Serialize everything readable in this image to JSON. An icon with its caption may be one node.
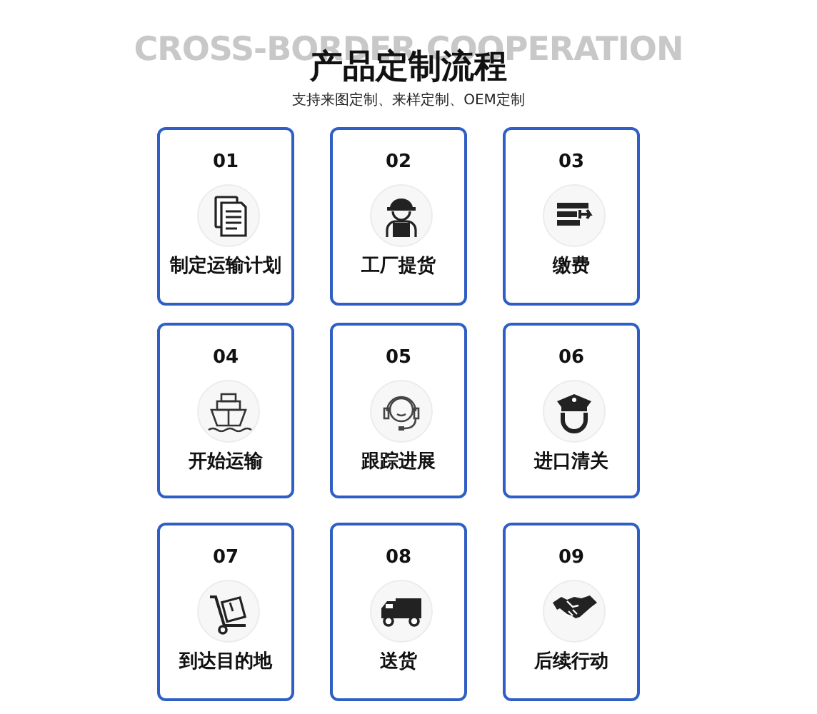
{
  "diagram": {
    "title": "产品定制流程",
    "nodes": [
      {
        "text": [
          "01",
          "制定运输计划"
        ]
      },
      {
        "text": [
          "02",
          "工厂提货"
        ]
      },
      {
        "text": [
          "03",
          "缴费"
        ]
      },
      {
        "text": [
          "04",
          "开始运输"
        ]
      },
      {
        "text": [
          "05",
          "跟踪进展"
        ]
      },
      {
        "text": [
          "06",
          "进口清关"
        ]
      },
      {
        "text": [
          "07",
          "到达目的地"
        ]
      },
      {
        "text": [
          "08",
          "送货"
        ]
      },
      {
        "text": [
          "09",
          "后续行动"
        ]
      }
    ],
    "edges": [],
    "labels": [
      "CROSS-BORDER COOPERATION",
      "支持来图定制、来样定制、OEM定制"
    ]
  }
}
